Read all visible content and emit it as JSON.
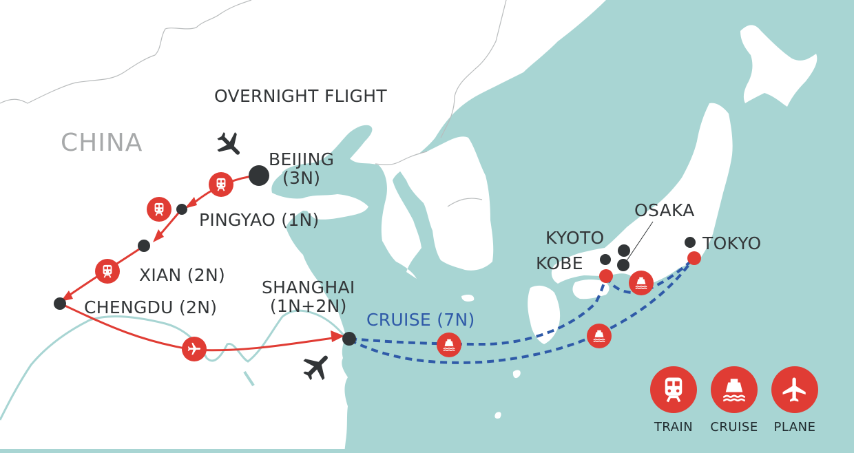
{
  "map": {
    "country_label": "CHINA",
    "overnight_flight_label": "OVERNIGHT FLIGHT",
    "colors": {
      "sea": "#a8d5d3",
      "land": "#ffffff",
      "route_red": "#e03c34",
      "cruise_blue": "#2f5aa8",
      "city_dot": "#323537",
      "label_text": "#333638",
      "country_text": "#a7a9aa"
    },
    "cities": [
      {
        "name": "BEIJING",
        "nights": "(3N)"
      },
      {
        "name": "PINGYAO (1N)"
      },
      {
        "name": "XIAN (2N)"
      },
      {
        "name": "CHENGDU (2N)"
      },
      {
        "name": "SHANGHAI",
        "nights": "(1N+2N)"
      },
      {
        "name": "KYOTO"
      },
      {
        "name": "OSAKA"
      },
      {
        "name": "KOBE"
      },
      {
        "name": "TOKYO"
      }
    ],
    "cruise_label": "CRUISE (7N)",
    "routes": [
      {
        "from": "BEIJING",
        "to": "PINGYAO",
        "mode": "train"
      },
      {
        "from": "PINGYAO",
        "to": "XIAN",
        "mode": "train"
      },
      {
        "from": "XIAN",
        "to": "CHENGDU",
        "mode": "train"
      },
      {
        "from": "CHENGDU",
        "to": "SHANGHAI",
        "mode": "plane"
      },
      {
        "from": "SHANGHAI",
        "to": "KOBE",
        "mode": "cruise"
      },
      {
        "from": "KOBE",
        "to": "TOKYO",
        "mode": "cruise"
      },
      {
        "from": "TOKYO",
        "to": "SHANGHAI",
        "mode": "cruise"
      }
    ]
  },
  "legend": {
    "items": [
      {
        "icon": "train-icon",
        "label": "TRAIN"
      },
      {
        "icon": "ship-icon",
        "label": "CRUISE"
      },
      {
        "icon": "plane-icon",
        "label": "PLANE"
      }
    ]
  }
}
